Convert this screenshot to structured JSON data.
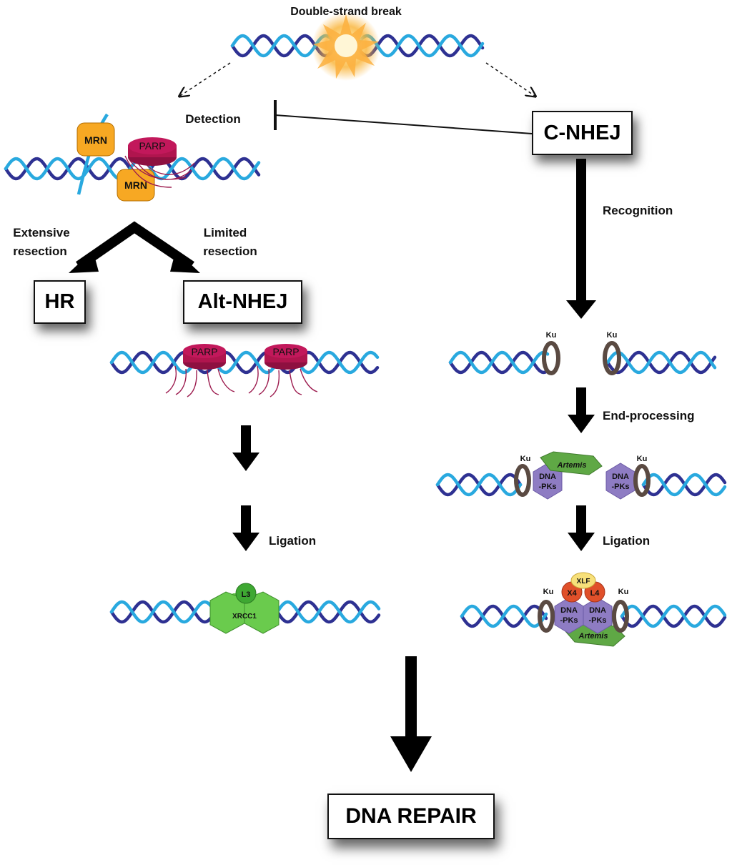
{
  "labels": {
    "double_strand_break": "Double-strand break",
    "detection": "Detection",
    "extensive_resection_1": "Extensive",
    "extensive_resection_2": "resection",
    "limited_resection_1": "Limited",
    "limited_resection_2": "resection",
    "recognition": "Recognition",
    "end_processing": "End-processing",
    "ligation_left": "Ligation",
    "ligation_right": "Ligation"
  },
  "boxes": {
    "c_nhej": "C-NHEJ",
    "hr": "HR",
    "alt_nhej": "Alt-NHEJ",
    "dna_repair": "DNA REPAIR"
  },
  "proteins": {
    "mrn": "MRN",
    "parp": "PARP",
    "ku": "Ku",
    "artemis": "Artemis",
    "dna_pks_1": "DNA",
    "dna_pks_2": "-PKs",
    "l3": "L3",
    "xrcc1": "XRCC1",
    "xlf": "XLF",
    "x4": "X4",
    "l4": "L4"
  },
  "colors": {
    "strand_light": "#29a9df",
    "strand_dark": "#2e3192",
    "mrn": "#f7a823",
    "parp": "#c2185b",
    "ku_ring": "#5a4a42",
    "dna_pks": "#8e7cc3",
    "artemis": "#5fa845",
    "xrcc1": "#5ec043",
    "xlf": "#f7e07a",
    "x4_l4": "#e0502a"
  }
}
